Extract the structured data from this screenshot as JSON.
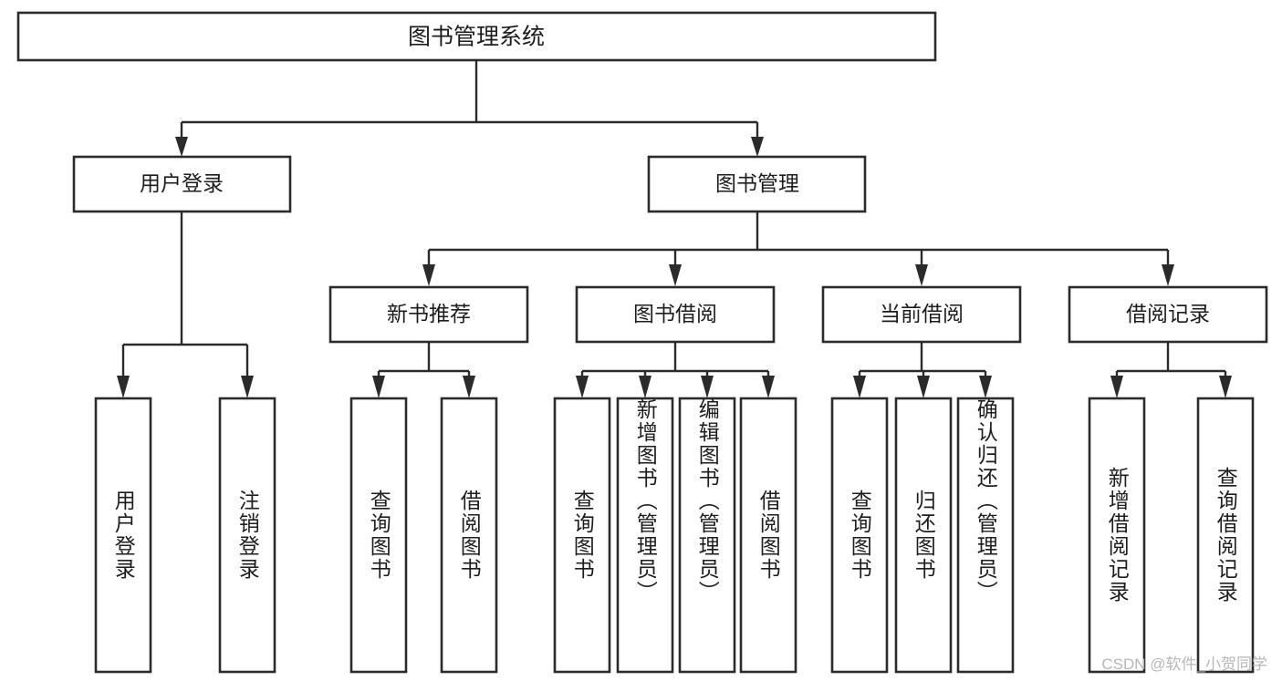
{
  "diagram": {
    "title": "图书管理系统",
    "watermark": "CSDN @软件_小贺同学",
    "root": {
      "label": "图书管理系统"
    },
    "level1": [
      {
        "label": "用户登录"
      },
      {
        "label": "图书管理"
      }
    ],
    "level2": [
      {
        "label": "新书推荐"
      },
      {
        "label": "图书借阅"
      },
      {
        "label": "当前借阅"
      },
      {
        "label": "借阅记录"
      }
    ],
    "leaves": {
      "user_login": [
        {
          "label": "用户登录"
        },
        {
          "label": "注销登录"
        }
      ],
      "new_book": [
        {
          "label": "查询图书"
        },
        {
          "label": "借阅图书"
        }
      ],
      "borrow_book": [
        {
          "label": "查询图书"
        },
        {
          "label": "新增图书（管理员）"
        },
        {
          "label": "编辑图书（管理员）"
        },
        {
          "label": "借阅图书"
        }
      ],
      "current_borrow": [
        {
          "label": "查询图书"
        },
        {
          "label": "归还图书"
        },
        {
          "label": "确认归还（管理员）"
        }
      ],
      "borrow_record": [
        {
          "label": "新增借阅记录"
        },
        {
          "label": "查询借阅记录"
        }
      ]
    },
    "colors": {
      "stroke": "#2b2b2b",
      "fill": "#ffffff",
      "text": "#1d1d1d",
      "watermark": "#b7b7b7"
    }
  }
}
